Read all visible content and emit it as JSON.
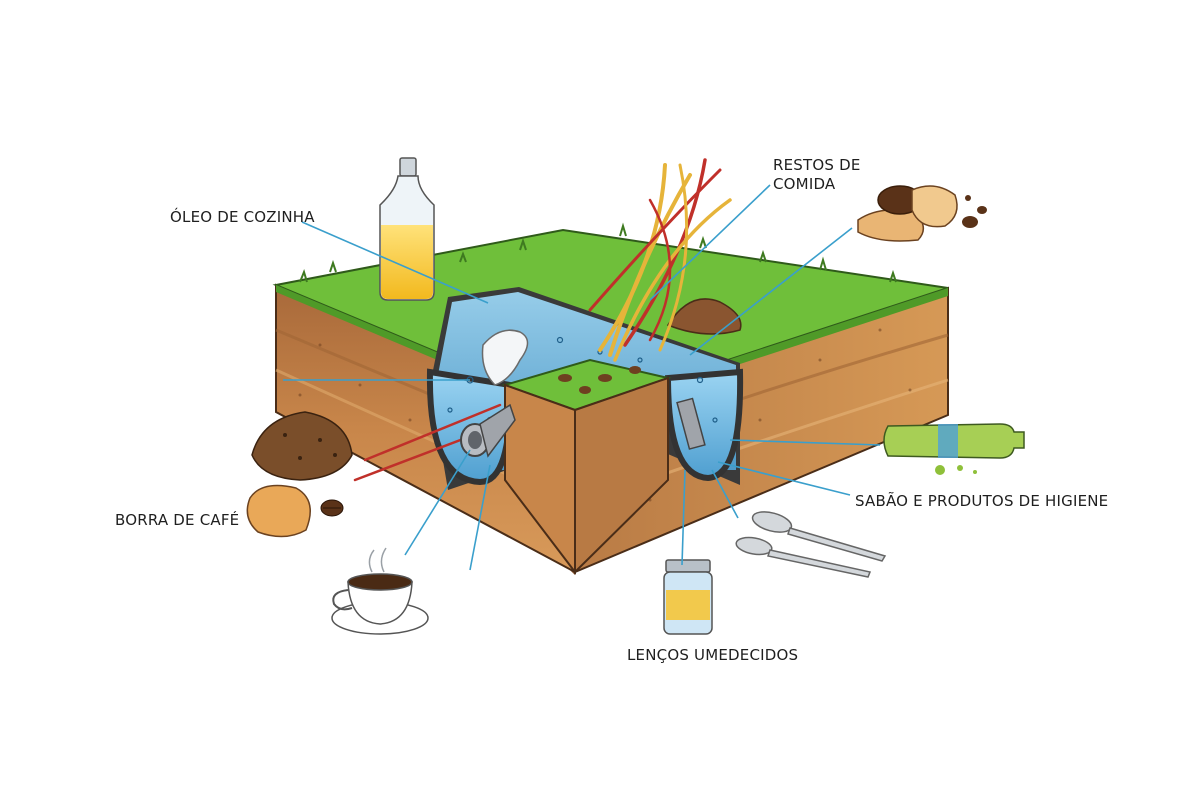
{
  "labels": {
    "oleo": "ÓLEO DE COZINHA",
    "restos_line1": "RESTOS DE",
    "restos_line2": "COMIDA",
    "borra": "BORRA DE CAFÉ",
    "sabao": "SABÃO E PRODUTOS DE HIGIENE",
    "lencos": "LENÇOS UMEDECIDOS"
  },
  "colors": {
    "grass": "#6fbf3a",
    "soil": "#c8864a",
    "water": "#7cc4ea",
    "leader_line": "#3a9fcc",
    "root_red": "#c0302a",
    "root_yellow": "#e6b43a"
  }
}
